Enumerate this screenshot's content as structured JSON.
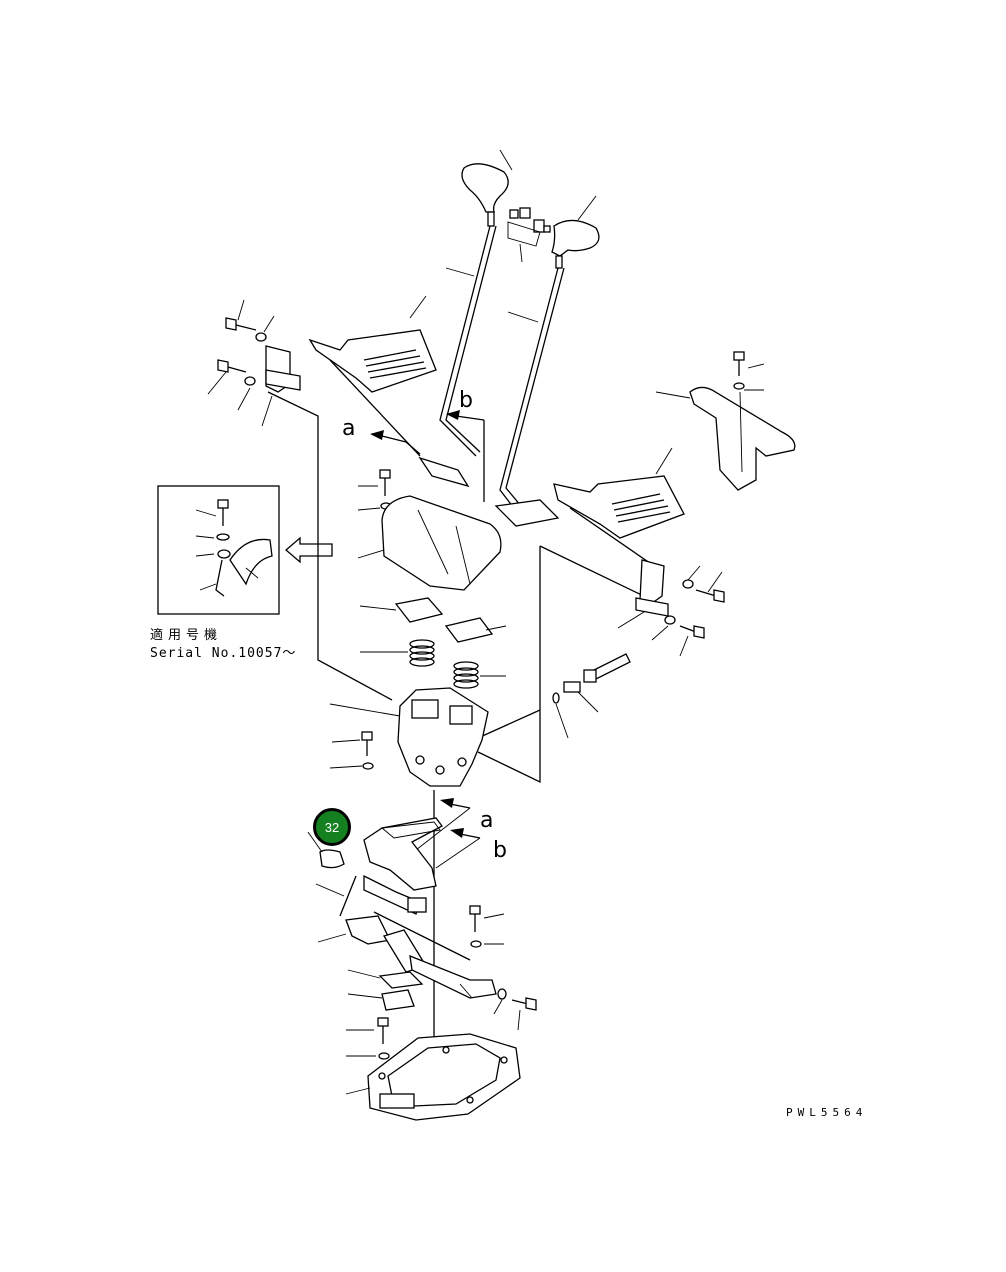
{
  "diagram": {
    "serial_label_jp": "適用号機",
    "serial_label": "Serial No.10057〜",
    "drawing_code": "PWL5564",
    "marker_a": "a",
    "marker_b": "b",
    "highlighted_callout": "32"
  }
}
